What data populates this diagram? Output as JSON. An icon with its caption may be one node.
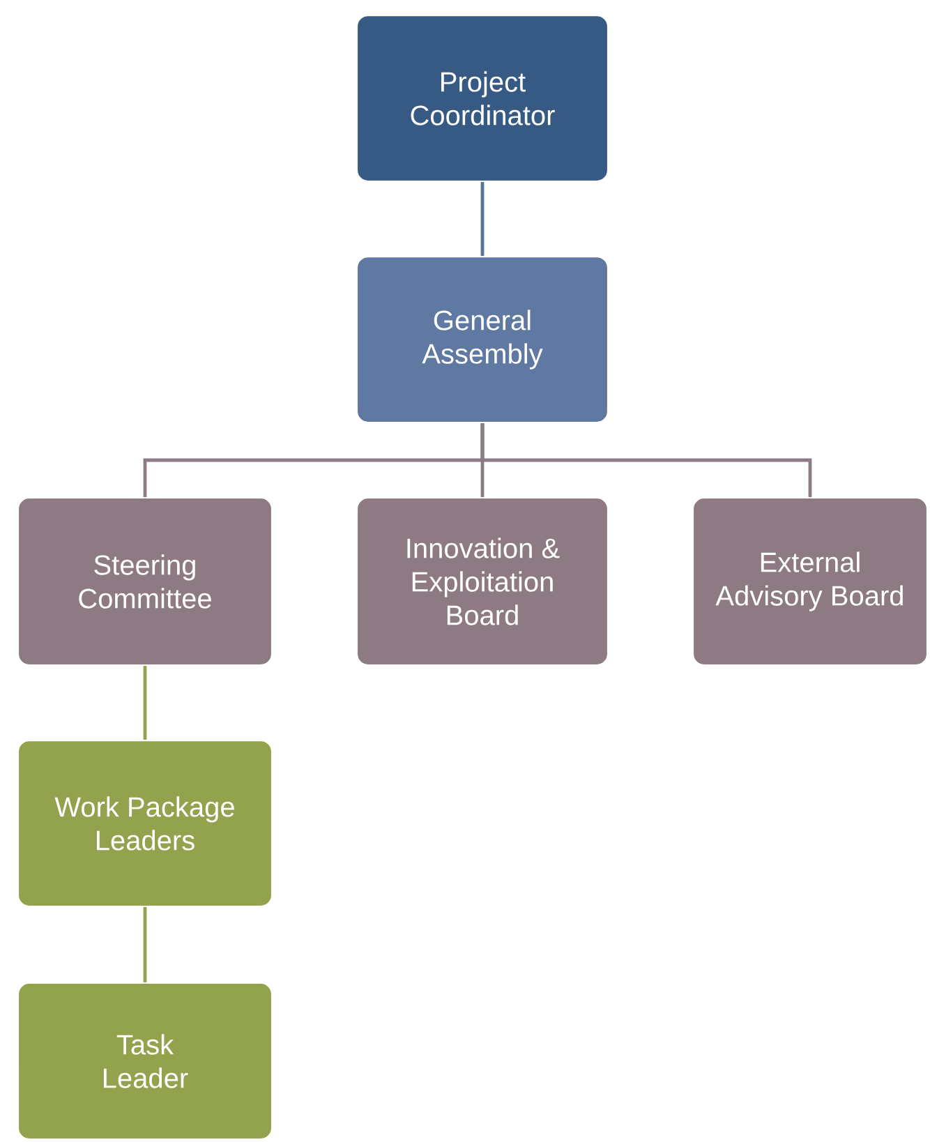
{
  "diagram": {
    "nodes": [
      {
        "text": [
          "Project Coordinator"
        ]
      },
      {
        "text": [
          "General Assembly"
        ]
      },
      {
        "text": [
          "Steering Committee"
        ]
      },
      {
        "text": [
          "Innovation & Exploitation Board"
        ]
      },
      {
        "text": [
          "External Advisory Board"
        ]
      },
      {
        "text": [
          "Work Package Leaders"
        ]
      },
      {
        "text": [
          "Task Leader"
        ]
      }
    ],
    "edges": [
      {
        "from": 0,
        "to": 1,
        "arrow": "none",
        "color": "#5a74a0"
      },
      {
        "from": 1,
        "to": 2,
        "arrow": "none"
      },
      {
        "from": 1,
        "to": 3,
        "arrow": "none"
      },
      {
        "from": 1,
        "to": 4,
        "arrow": "none"
      },
      {
        "from": 2,
        "to": 5,
        "arrow": "none",
        "color": "#93a24d"
      },
      {
        "from": 5,
        "to": 6,
        "arrow": "none",
        "color": "#93a24d"
      }
    ]
  }
}
